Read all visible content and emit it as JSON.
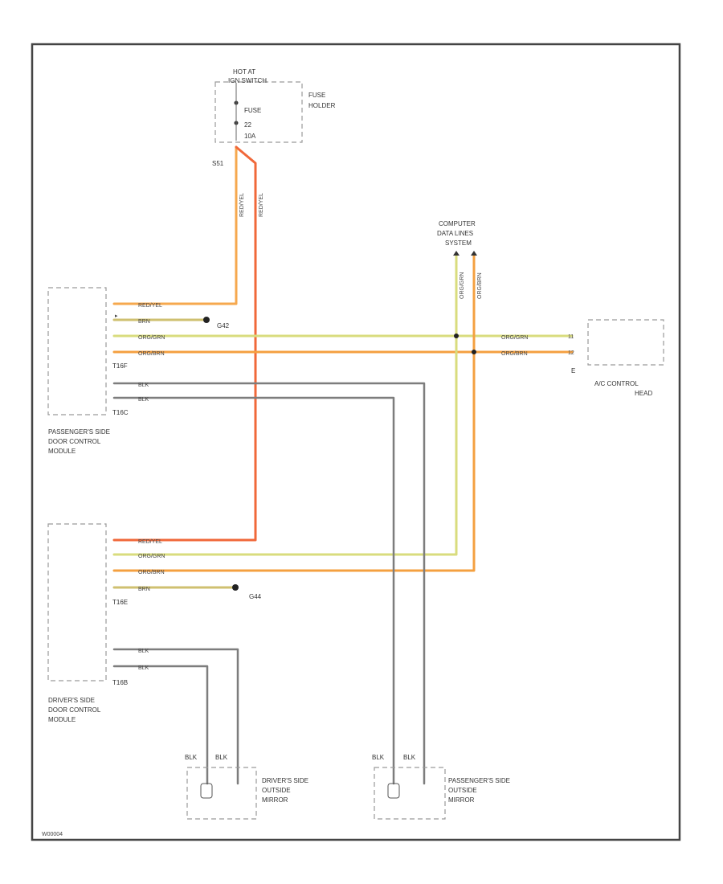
{
  "colors": {
    "red": "#f0683a",
    "orange_light": "#f6a84e",
    "orange": "#f4a040",
    "yellow_green": "#d9dc7e",
    "brown_yellow": "#cfc070",
    "gray": "#7d7d7d",
    "frame": "#444444"
  },
  "fuse_holder": {
    "hot_label": [
      "HOT AT",
      "IGN SWITCH"
    ],
    "fuse_label": [
      "FUSE",
      "22",
      "10A"
    ],
    "title": [
      "FUSE",
      "HOLDER"
    ]
  },
  "splice_label": "S51",
  "computer_data_lines": [
    "COMPUTER",
    "DATA LINES",
    "SYSTEM"
  ],
  "passenger_module": {
    "title": [
      "PASSENGER'S SIDE",
      "DOOR CONTROL",
      "MODULE"
    ],
    "connector_top": "T16F",
    "connector_bottom": "T16C",
    "wires": [
      "RED/YEL",
      "BRN",
      "ORG/GRN",
      "ORG/BRN",
      "BLK",
      "BLK"
    ]
  },
  "driver_module": {
    "title": [
      "DRIVER'S SIDE",
      "DOOR CONTROL",
      "MODULE"
    ],
    "connector_top": "T16E",
    "connector_bottom": "T16B",
    "wires": [
      "RED/YEL",
      "ORG/GRN",
      "ORG/BRN",
      "BRN",
      "BLK",
      "BLK"
    ]
  },
  "ground_passenger": "G42",
  "ground_driver": "G44",
  "vertical_labels": [
    "RED/YEL",
    "RED/YEL",
    "ORG/GRN",
    "ORG/BRN"
  ],
  "ac_head": {
    "title": [
      "A/C CONTROL",
      "HEAD"
    ],
    "wires": [
      "ORG/GRN",
      "ORG/BRN"
    ],
    "pins": [
      "11",
      "12"
    ],
    "connector": "E"
  },
  "driver_mirror": {
    "wires": [
      "BLK",
      "BLK"
    ],
    "title": [
      "DRIVER'S SIDE",
      "OUTSIDE",
      "MIRROR"
    ]
  },
  "passenger_mirror": {
    "wires": [
      "BLK",
      "BLK"
    ],
    "title": [
      "PASSENGER'S SIDE",
      "OUTSIDE",
      "MIRROR"
    ]
  },
  "footer_code": "W00004"
}
